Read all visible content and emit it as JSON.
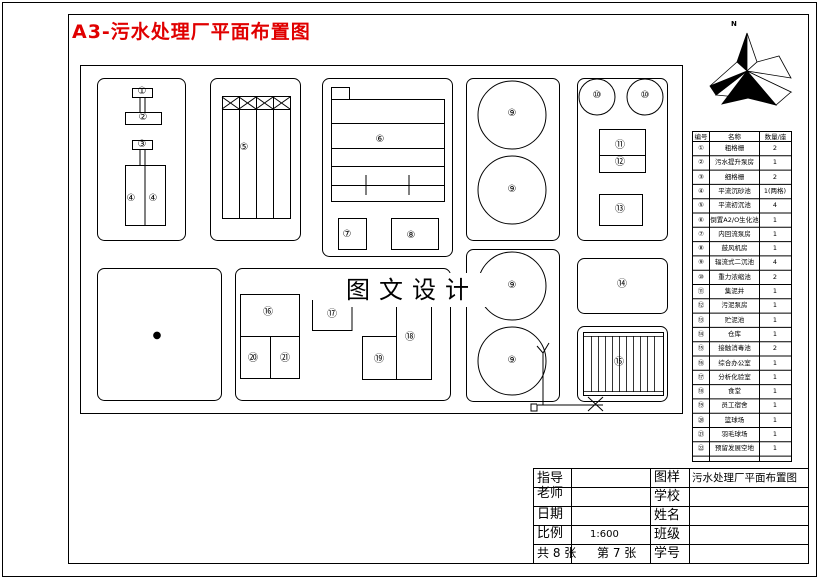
{
  "title": "A3-污水处理厂平面布置图",
  "watermark": "图文设计",
  "north_label": "N",
  "facility_labels": [
    "①",
    "②",
    "③",
    "④",
    "⑤",
    "⑥",
    "⑦",
    "⑧",
    "⑨",
    "⑩",
    "⑪",
    "⑫",
    "⑬",
    "⑭",
    "⑮",
    "⑯",
    "⑰",
    "⑱",
    "⑲",
    "⑳",
    "㉑"
  ],
  "legend": {
    "headers": {
      "num": "编号",
      "name": "名称",
      "qty": "数量/座"
    },
    "rows": [
      {
        "num": "①",
        "name": "粗格栅",
        "qty": "2"
      },
      {
        "num": "②",
        "name": "污水提升泵房",
        "qty": "1"
      },
      {
        "num": "③",
        "name": "细格栅",
        "qty": "2"
      },
      {
        "num": "④",
        "name": "平流沉砂池",
        "qty": "1(两格)"
      },
      {
        "num": "⑤",
        "name": "平流初沉池",
        "qty": "4"
      },
      {
        "num": "⑥",
        "name": "倒置A2/O生化池",
        "qty": "1"
      },
      {
        "num": "⑦",
        "name": "内回流泵房",
        "qty": "1"
      },
      {
        "num": "⑧",
        "name": "鼓风机房",
        "qty": "1"
      },
      {
        "num": "⑨",
        "name": "辐流式二沉池",
        "qty": "4"
      },
      {
        "num": "⑩",
        "name": "重力浓缩池",
        "qty": "2"
      },
      {
        "num": "⑪",
        "name": "集泥井",
        "qty": "1"
      },
      {
        "num": "⑫",
        "name": "污泥泵房",
        "qty": "1"
      },
      {
        "num": "⑬",
        "name": "贮泥池",
        "qty": "1"
      },
      {
        "num": "⑭",
        "name": "仓库",
        "qty": "1"
      },
      {
        "num": "⑮",
        "name": "接触消毒池",
        "qty": "2"
      },
      {
        "num": "⑯",
        "name": "综合办公室",
        "qty": "1"
      },
      {
        "num": "⑰",
        "name": "分析化验室",
        "qty": "1"
      },
      {
        "num": "⑱",
        "name": "食堂",
        "qty": "1"
      },
      {
        "num": "⑲",
        "name": "员工宿舍",
        "qty": "1"
      },
      {
        "num": "⑳",
        "name": "篮球场",
        "qty": "1"
      },
      {
        "num": "㉑",
        "name": "羽毛球场",
        "qty": "1"
      },
      {
        "num": "㉒",
        "name": "预留发展空地",
        "qty": "1"
      }
    ]
  },
  "title_block": {
    "advisor": "指导老师",
    "date": "日期",
    "scale_label": "比例",
    "scale_value": "1:600",
    "sheets": "共 8 张",
    "sheet_no": "第 7 张",
    "drawing_label": "图样",
    "drawing_name": "污水处理厂平面布置图",
    "school": "学校",
    "name": "姓名",
    "class": "班级",
    "student_id": "学号"
  }
}
